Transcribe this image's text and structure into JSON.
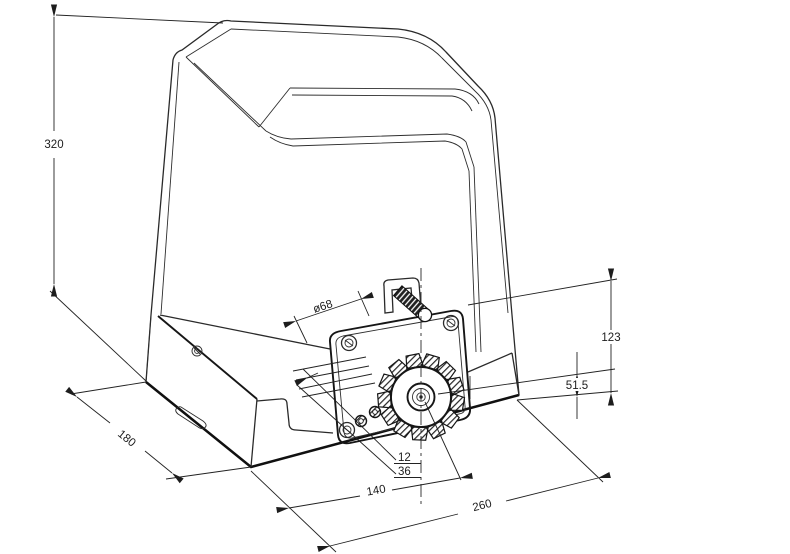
{
  "drawing": {
    "title": "sliding-gate-opener-isometric-dimension-drawing",
    "background_color": "#ffffff",
    "line_color": "#2a2a2a",
    "dimensions": {
      "overall_height": "320",
      "base_depth": "180",
      "gear_diameter": "ø68",
      "offset_small": "12",
      "offset_medium": "36",
      "corner_to_plate": "140",
      "base_width": "260",
      "gear_center_height": "51.5",
      "plate_top_height": "123"
    }
  }
}
